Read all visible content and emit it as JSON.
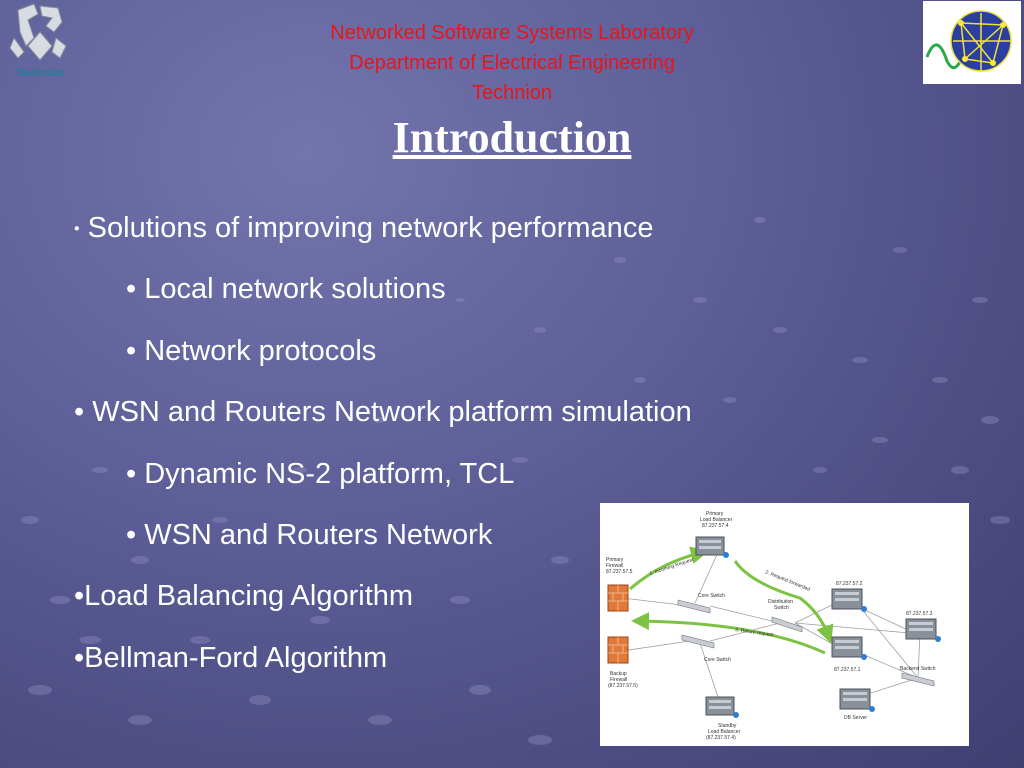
{
  "header": {
    "line1": "Networked Software Systems Laboratory",
    "line2": "Department of Electrical Engineering",
    "line3": "Technion"
  },
  "logo_left": {
    "wordmark": "Technion",
    "icon": "technion-logo-icon"
  },
  "logo_right": {
    "icon": "network-globe-logo-icon"
  },
  "title": "Introduction",
  "bullets": [
    {
      "text": "Solutions of improving network performance"
    },
    {
      "text": "• Local network solutions"
    },
    {
      "text": "• Network protocols"
    },
    {
      "text": "• WSN and Routers Network platform simulation"
    },
    {
      "text": "• Dynamic NS-2 platform, TCL"
    },
    {
      "text": "• WSN and Routers Network"
    },
    {
      "text": "•Load Balancing Algorithm"
    },
    {
      "text": "•Bellman-Ford Algorithm"
    }
  ],
  "diagram": {
    "primary_lb": "Primary\nLoad Balancer\n87.237.57.4",
    "primary_fw": "Primary\nFirewall\n87.237.57.5",
    "backup_fw": "Backup\nFirewall\n(87.237.57.5)",
    "standby_lb": "Standby\nLoad Balancer\n(87.237.57.4)",
    "core_switch": "Core Switch",
    "distribution_switch": "Distribution\nSwitch",
    "backend_switch": "Backend Switch",
    "db_server": "DB Server",
    "server1": "87.237.57.2",
    "server2": "87.237.57.3",
    "server3": "87.237.57.1",
    "step1": "1. Incoming Request",
    "step2": "2. Request forwarded",
    "step3": "3. Return request"
  },
  "colors": {
    "header_red": "#e8151a",
    "background": "#5c5c96",
    "arrow_green": "#7dc242"
  }
}
